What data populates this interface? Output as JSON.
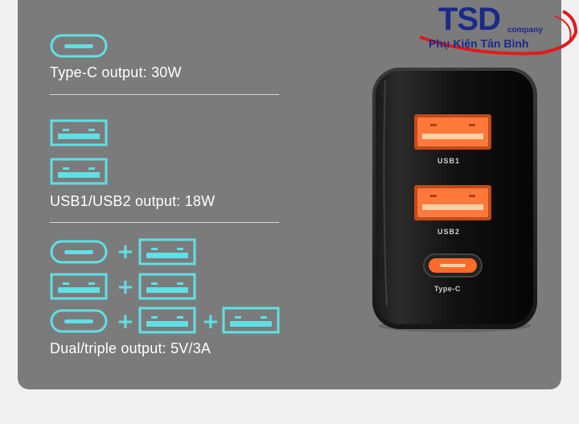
{
  "logo": {
    "brand": "TSD",
    "suffix": "company",
    "tagline": "Phụ Kiện Tân Bình"
  },
  "sections": [
    {
      "caption": "Type-C output: 30W"
    },
    {
      "caption": "USB1/USB2 output: 18W"
    },
    {
      "caption": "Dual/triple output: 5V/3A"
    }
  ],
  "plus_symbol": "+",
  "charger": {
    "port1_label": "USB1",
    "port2_label": "USB2",
    "port3_label": "Type-C"
  },
  "colors": {
    "accent_cyan": "#5fe0e6",
    "panel_gray": "#7b7b7b",
    "port_orange": "#ff7a3a",
    "logo_navy": "#1a2a8a",
    "logo_red": "#e11b1b"
  },
  "icons": [
    "type-c-port-icon",
    "usb-a-port-icon",
    "plus-icon"
  ]
}
